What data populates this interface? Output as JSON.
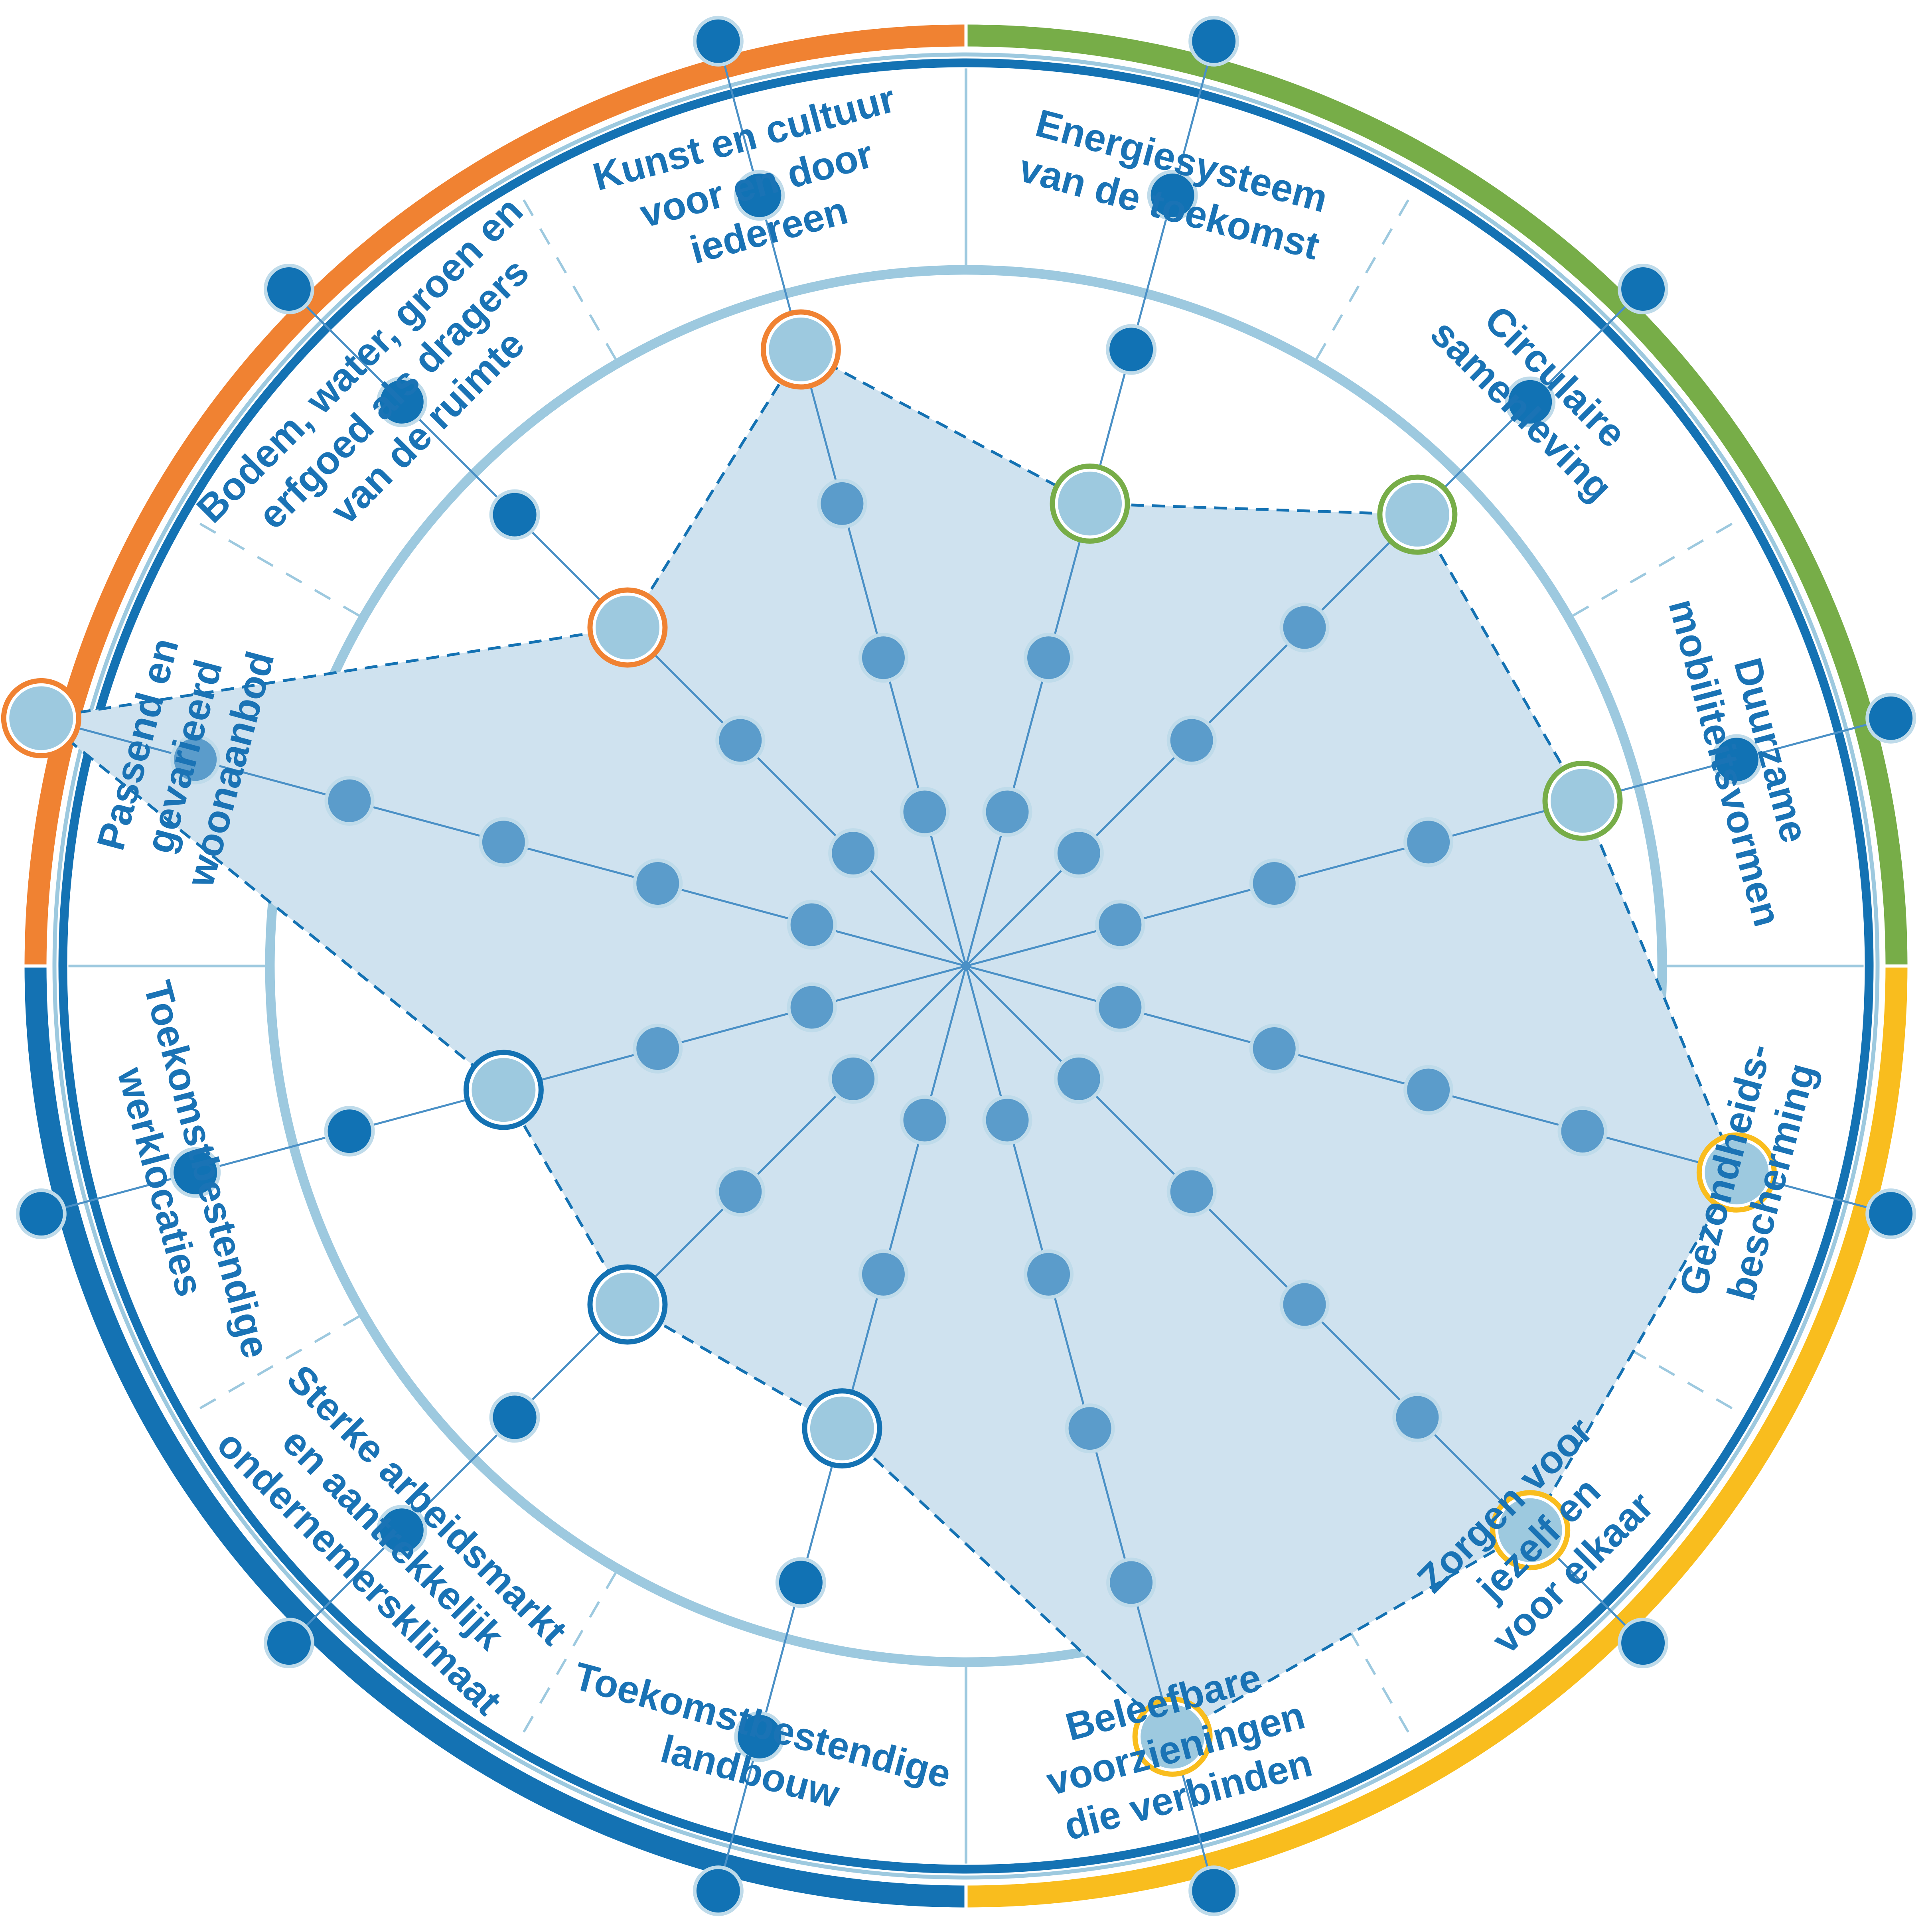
{
  "chart_data": {
    "type": "radar",
    "scale_max": 6,
    "colors": {
      "orange": "#f08232",
      "green": "#77ad48",
      "yellow": "#f9bd1e",
      "blue": "#1472b3",
      "light_blue": "#9dc9df",
      "fill": "#cfe2ef"
    },
    "quadrants": [
      {
        "color_key": "green"
      },
      {
        "color_key": "yellow"
      },
      {
        "color_key": "blue"
      },
      {
        "color_key": "orange"
      }
    ],
    "categories": [
      {
        "label": [
          "Energiesysteem",
          "van de toekomst"
        ],
        "color_key": "green",
        "value": 3
      },
      {
        "label": [
          "Circulaire",
          "samenleving"
        ],
        "color_key": "green",
        "value": 4
      },
      {
        "label": [
          "Duurzame",
          "mobiliteitsvormen"
        ],
        "color_key": "green",
        "value": 4
      },
      {
        "label": [
          "Gezondheids-",
          "bescherming"
        ],
        "color_key": "yellow",
        "value": 5
      },
      {
        "label": [
          "Zorgen voor",
          "jezelf en",
          "voor elkaar"
        ],
        "color_key": "yellow",
        "value": 5
      },
      {
        "label": [
          "Beleefbare",
          "voorzieningen",
          "die verbinden"
        ],
        "color_key": "yellow",
        "value": 5
      },
      {
        "label": [
          "Toekomstbestendige",
          "landbouw"
        ],
        "color_key": "blue",
        "value": 3
      },
      {
        "label": [
          "Sterke arbeidsmarkt",
          "en aantrekkelijk",
          "ondernemersklimaat"
        ],
        "color_key": "blue",
        "value": 3
      },
      {
        "label": [
          "Toekomstbestendige",
          "werklocaties"
        ],
        "color_key": "blue",
        "value": 3
      },
      {
        "label": [
          "Passend en",
          "gevarieerd",
          "woonaanbod"
        ],
        "color_key": "orange",
        "value": 6
      },
      {
        "label": [
          "Bodem, water, groen en",
          "erfgoed als dragers",
          "van de ruimte"
        ],
        "color_key": "orange",
        "value": 3
      },
      {
        "label": [
          "Kunst en cultuur",
          "voor en door",
          "iedereen"
        ],
        "color_key": "orange",
        "value": 4
      }
    ]
  }
}
